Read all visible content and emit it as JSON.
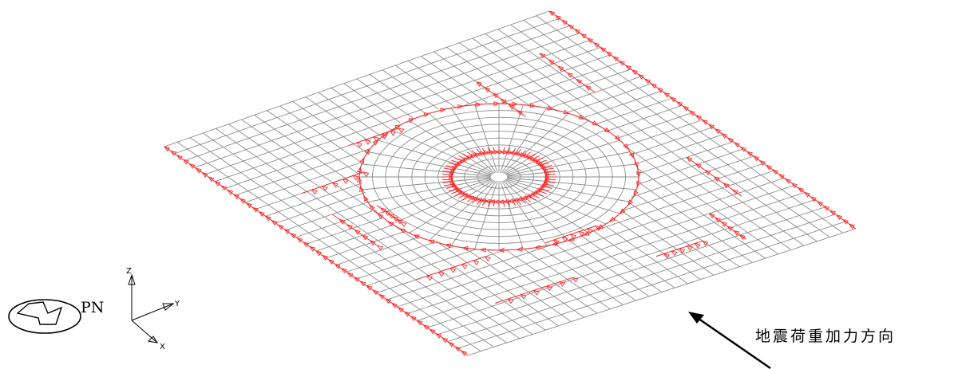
{
  "view": {
    "projection_label": "PN",
    "axes": {
      "x": "X",
      "y": "Y",
      "z": "Z"
    }
  },
  "annotation": {
    "caption": "地震荷重加力方向"
  },
  "colors": {
    "mesh": "#8c8c8c",
    "loads": "#ff2a2a",
    "ink": "#000000",
    "background": "#ffffff"
  },
  "mesh": {
    "grid_divisions_u": 30,
    "grid_divisions_v": 30,
    "rings": 10,
    "spokes": 36
  }
}
